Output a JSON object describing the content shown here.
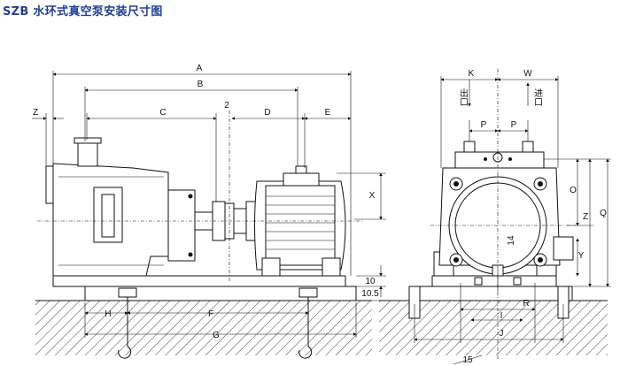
{
  "title": "SZB 水环式真空泵安装尺寸图",
  "labels": {
    "A": "A",
    "B": "B",
    "C": "C",
    "D": "D",
    "E": "E",
    "Z": "Z",
    "two": "2",
    "X": "X",
    "ten": "10",
    "ten_five": "10.5",
    "H": "H",
    "F": "F",
    "G": "G",
    "K": "K",
    "W": "W",
    "outlet": "出口",
    "inlet": "进口",
    "P1": "P",
    "P2": "P",
    "O": "O",
    "Zr": "Z",
    "Q": "Q",
    "Y": "Y",
    "fourteen": "14",
    "R": "R",
    "I": "I",
    "J": "J",
    "fifteen": "15"
  },
  "colors": {
    "title": "#1f3f9a",
    "line": "#111111"
  }
}
